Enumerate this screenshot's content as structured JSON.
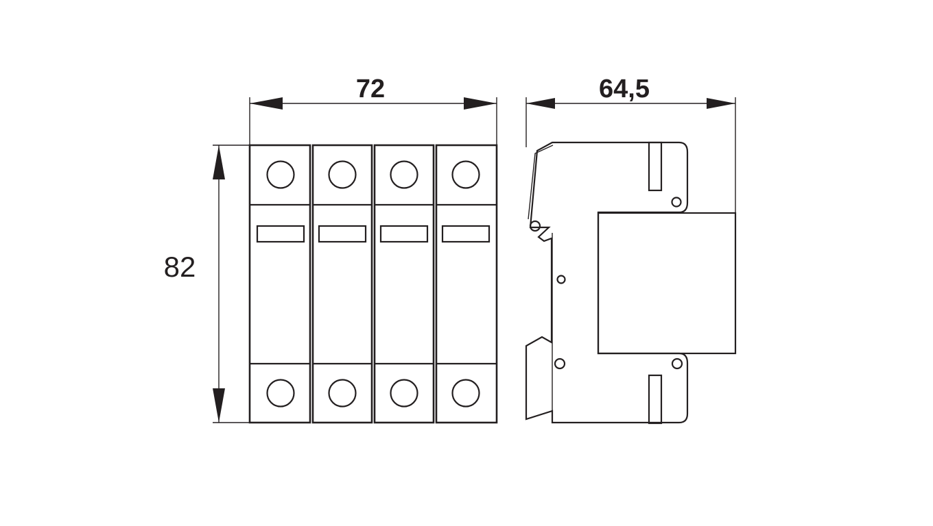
{
  "dimensions": {
    "width_front": "72",
    "width_side": "64,5",
    "height": "82"
  },
  "front_view": {
    "poles": 4
  },
  "colors": {
    "stroke": "#231f20",
    "background": "#ffffff"
  }
}
